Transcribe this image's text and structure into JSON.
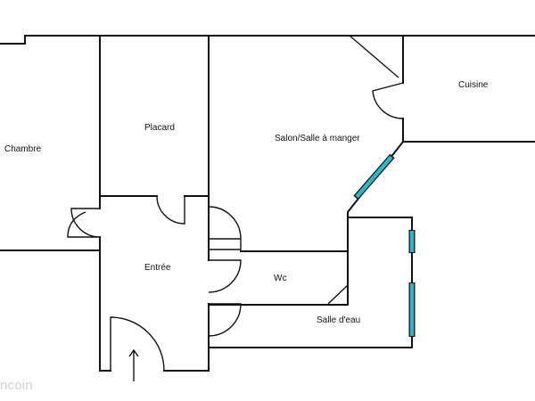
{
  "rooms": {
    "chambre": "Chambre",
    "placard": "Placard",
    "salon": "Salon/Salle à manger",
    "cuisine": "Cuisine",
    "entree": "Entrée",
    "wc": "Wc",
    "salle_eau": "Salle d'eau"
  },
  "watermark": "ncoin",
  "colors": {
    "wall": "#111111",
    "window": "#2bb8c4",
    "background": "#ffffff",
    "watermark": "#cfcfcf"
  },
  "icons": {
    "entrance": "arrow-up-icon"
  }
}
